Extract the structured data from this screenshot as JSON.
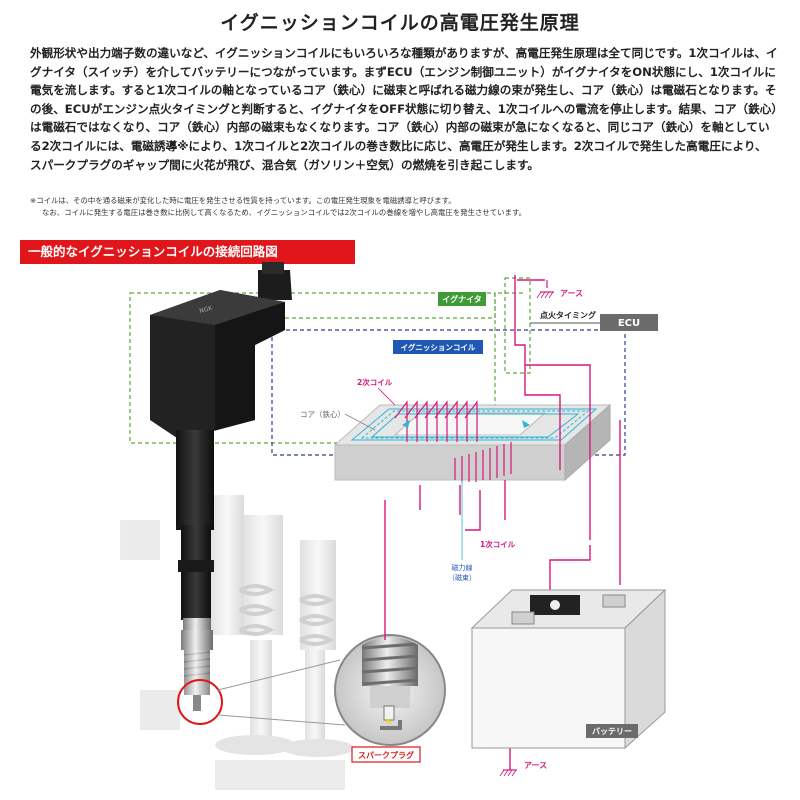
{
  "title": "イグニッションコイルの高電圧発生原理",
  "body": "外観形状や出力端子数の違いなど、イグニッションコイルにもいろいろな種類がありますが、高電圧発生原理は全て同じです。1次コイルは、イグナイタ（スイッチ）を介してバッテリーにつながっています。まずECU（エンジン制御ユニット）がイグナイタをON状態にし、1次コイルに電気を流します。すると1次コイルの軸となっているコア（鉄心）に磁束と呼ばれる磁力線の束が発生し、コア（鉄心）は電磁石となります。その後、ECUがエンジン点火タイミングと判断すると、イグナイタをOFF状態に切り替え、1次コイルへの電流を停止します。結果、コア（鉄心）は電磁石ではなくなり、コア（鉄心）内部の磁束もなくなります。コア（鉄心）内部の磁束が急になくなると、同じコア（鉄心）を軸としている2次コイルには、電磁誘導※により、1次コイルと2次コイルの巻き数比に応じ、高電圧が発生します。2次コイルで発生した高電圧により、スパークプラグのギャップ間に火花が飛び、混合気（ガソリン＋空気）の燃焼を引き起こします。",
  "notes": [
    "※コイルは、その中を通る磁束が変化した時に電圧を発生させる性質を持っています。この電圧発生現象を電磁誘導と呼びます。",
    "なお、コイルに発生する電圧は巻き数に比例して高くなるため、イグニッションコイルでは2次コイルの巻線を増やし高電圧を発生させています。"
  ],
  "section_title": "一般的なイグニッションコイルの接続回路図",
  "diagram": {
    "igniter": "イグナイタ",
    "earth_top": "アース",
    "ignition_timing": "点火タイミング",
    "ecu": "ECU",
    "ignition_coil": "イグニッションコイル",
    "secondary_coil": "2次コイル",
    "core": "コア（鉄心）",
    "primary_coil": "1次コイル",
    "flux_line1": "磁力線",
    "flux_line2": "（磁束）",
    "battery": "バッテリー",
    "earth_bottom": "アース",
    "spark_plug": "スパークプラグ",
    "coil_brand": "NGK"
  },
  "colors": {
    "accent_red": "#e0161b",
    "wire_magenta": "#d6187a",
    "dashed_blue": "#2b3f8f",
    "dashed_green": "#5aa83a",
    "label_blue": "#1f57b5",
    "label_green": "#3f9b36",
    "ecu_gray": "#6b6b6b"
  }
}
